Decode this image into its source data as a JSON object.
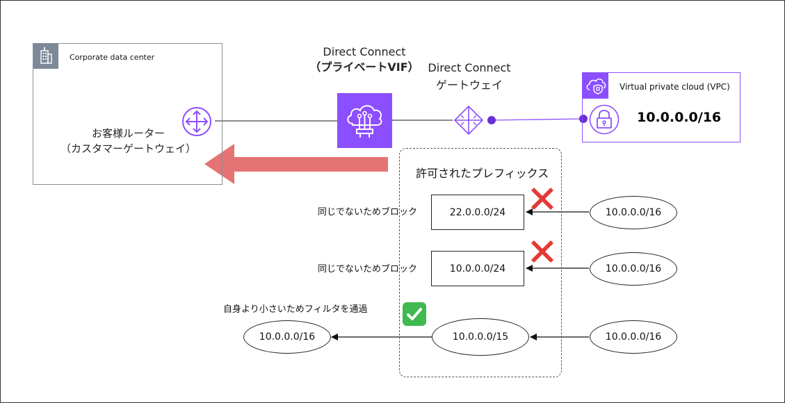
{
  "corporate_dc": {
    "title": "Corporate data center",
    "router_line1": "お客様ルーター",
    "router_line2": "（カスタマーゲートウェイ）"
  },
  "vif": {
    "line1": "Direct Connect",
    "line2": "（プライベートVIF）"
  },
  "gateway": {
    "line1": "Direct Connect",
    "line2": "ゲートウェイ"
  },
  "vpc": {
    "title": "Virtual private cloud (VPC)",
    "cidr": "10.0.0.0/16"
  },
  "prefix_group": {
    "title": "許可されたプレフィックス"
  },
  "rows": [
    {
      "allowed": "22.0.0.0/24",
      "advertised": "10.0.0.0/16",
      "note": "同じでないためブロック",
      "result": "blocked"
    },
    {
      "allowed": "10.0.0.0/24",
      "advertised": "10.0.0.0/16",
      "note": "同じでないためブロック",
      "result": "blocked"
    },
    {
      "allowed": "10.0.0.0/15",
      "advertised": "10.0.0.0/16",
      "note": "自身より小さいためフィルタを通過",
      "result": "passed",
      "output": "10.0.0.0/16"
    }
  ],
  "colors": {
    "aws_purple": "#8c4fff",
    "arrow_red": "#e57373",
    "block_red": "#e53935",
    "pass_green": "#3fb950",
    "dc_gray": "#7d8998"
  },
  "icons": {
    "dc": "building-icon",
    "router": "router-icon",
    "vif": "direct-connect-cloud-icon",
    "gateway": "direct-connect-gateway-icon",
    "vpc": "vpc-cloud-shield-icon",
    "lock": "lock-icon",
    "block": "cross-mark-icon",
    "pass": "check-mark-icon"
  }
}
